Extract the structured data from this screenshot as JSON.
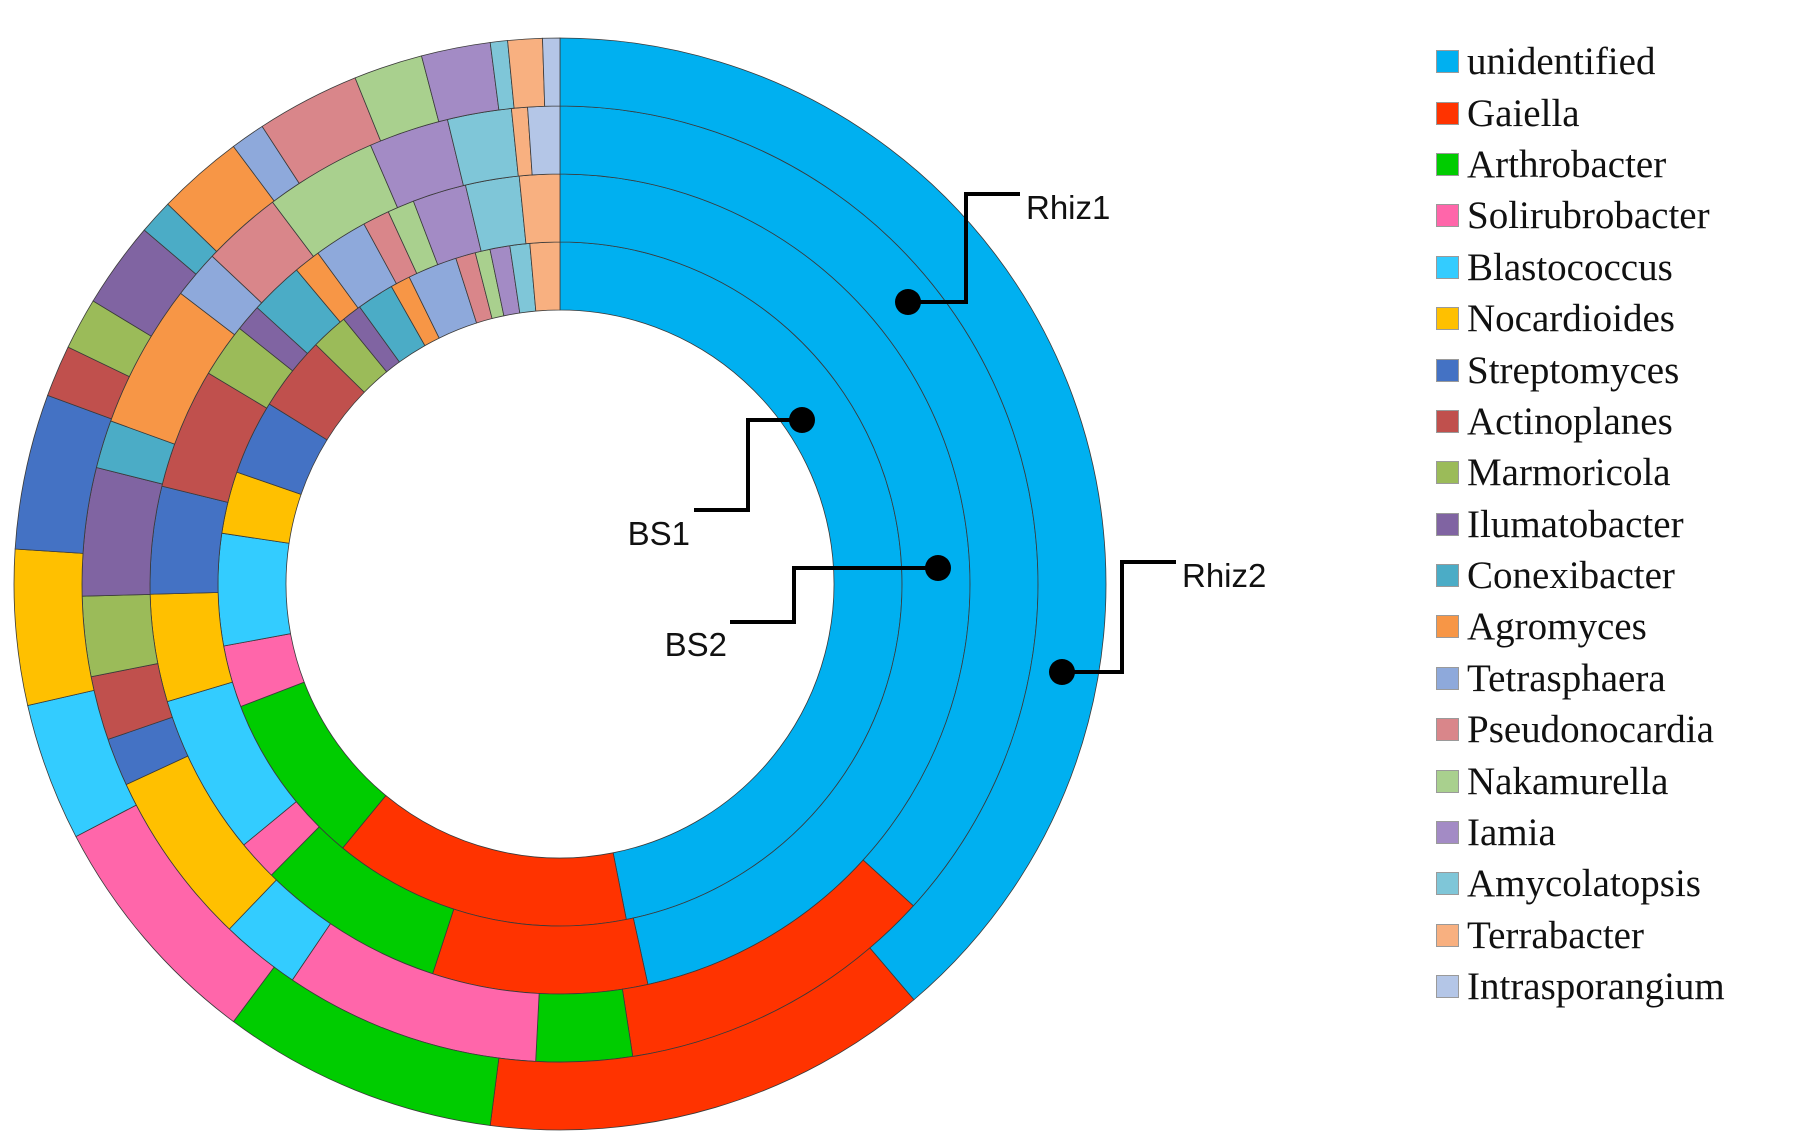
{
  "chart_data": {
    "type": "pie",
    "variant": "multi-ring doughnut",
    "categories": [
      "unidentified",
      "Gaiella",
      "Arthrobacter",
      "Solirubrobacter",
      "Blastococcus",
      "Nocardioides",
      "Streptomyces",
      "Actinoplanes",
      "Marmoricola",
      "Ilumatobacter",
      "Conexibacter",
      "Agromyces",
      "Tetrasphaera",
      "Pseudonocardia",
      "Nakamurella",
      "Iamia",
      "Amycolatopsis",
      "Terrabacter",
      "Intrasporangium"
    ],
    "colors": [
      "#00B0F0",
      "#FF3300",
      "#00CC00",
      "#FF66AA",
      "#33CCFF",
      "#FFC000",
      "#4472C4",
      "#C0504D",
      "#9BBB59",
      "#8064A2",
      "#4BACC6",
      "#F79646",
      "#8EA9DB",
      "#D9868A",
      "#A9D08E",
      "#A38BC5",
      "#7FC6D8",
      "#F8B080",
      "#B4C6E7"
    ],
    "series": [
      {
        "name": "BS1",
        "values": [
          40.0,
          12.0,
          7.0,
          2.5,
          4.5,
          2.5,
          3.0,
          3.0,
          1.5,
          0.8,
          1.5,
          0.8,
          2.0,
          0.8,
          0.6,
          0.8,
          0.8,
          1.2,
          0.0
        ]
      },
      {
        "name": "BS2",
        "values": [
          44.0,
          8.0,
          7.0,
          1.5,
          6.0,
          4.0,
          4.0,
          4.5,
          2.0,
          1.0,
          2.0,
          1.0,
          2.0,
          1.0,
          1.0,
          2.0,
          2.0,
          1.5,
          0.0
        ]
      },
      {
        "name": "Rhiz1",
        "values": [
          34.0,
          10.0,
          3.0,
          8.0,
          2.5,
          5.5,
          1.5,
          2.0,
          2.5,
          4.0,
          1.5,
          4.5,
          1.5,
          2.5,
          3.5,
          2.5,
          2.0,
          0.5,
          1.0
        ]
      },
      {
        "name": "Rhiz2",
        "values": [
          38.0,
          13.0,
          8.0,
          7.0,
          4.0,
          4.5,
          4.5,
          1.5,
          1.5,
          2.5,
          1.0,
          2.5,
          1.0,
          3.0,
          2.0,
          2.0,
          0.5,
          1.0,
          0.5
        ]
      }
    ],
    "legend_position": "right",
    "title": ""
  },
  "legend": {
    "items": [
      "unidentified",
      "Gaiella",
      "Arthrobacter",
      "Solirubrobacter",
      "Blastococcus",
      "Nocardioides",
      "Streptomyces",
      "Actinoplanes",
      "Marmoricola",
      "Ilumatobacter",
      "Conexibacter",
      "Agromyces",
      "Tetrasphaera",
      "Pseudonocardia",
      "Nakamurella",
      "Iamia",
      "Amycolatopsis",
      "Terrabacter",
      "Intrasporangium"
    ]
  },
  "ring_labels": [
    "BS1",
    "BS2",
    "Rhiz1",
    "Rhiz2"
  ]
}
